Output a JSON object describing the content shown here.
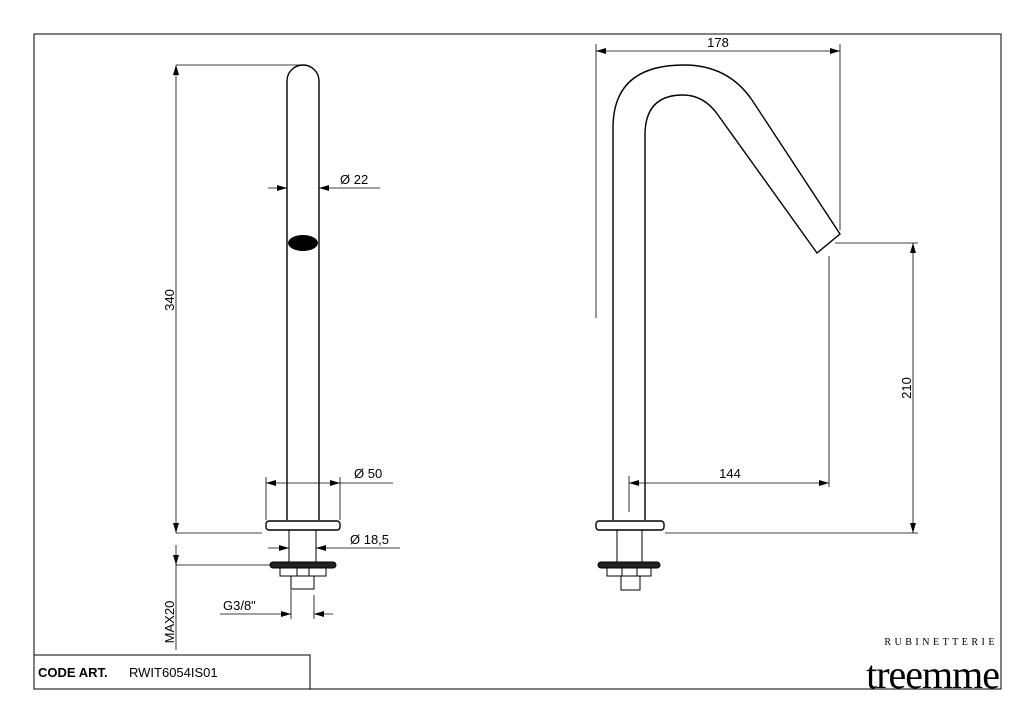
{
  "dimensions": {
    "height_total": "340",
    "tube_diameter": "Ø 22",
    "base_diameter": "Ø 50",
    "shank_diameter": "Ø 18,5",
    "thread": "G3/8\"",
    "max_thickness": "MAX20",
    "width_total": "178",
    "spout_height": "210",
    "spout_reach": "144"
  },
  "title_block": {
    "code_label": "CODE ART.",
    "code_value": "RWIT6054IS01"
  },
  "logo": {
    "sub": "RUBINETTERIE",
    "brand": "treemme"
  }
}
